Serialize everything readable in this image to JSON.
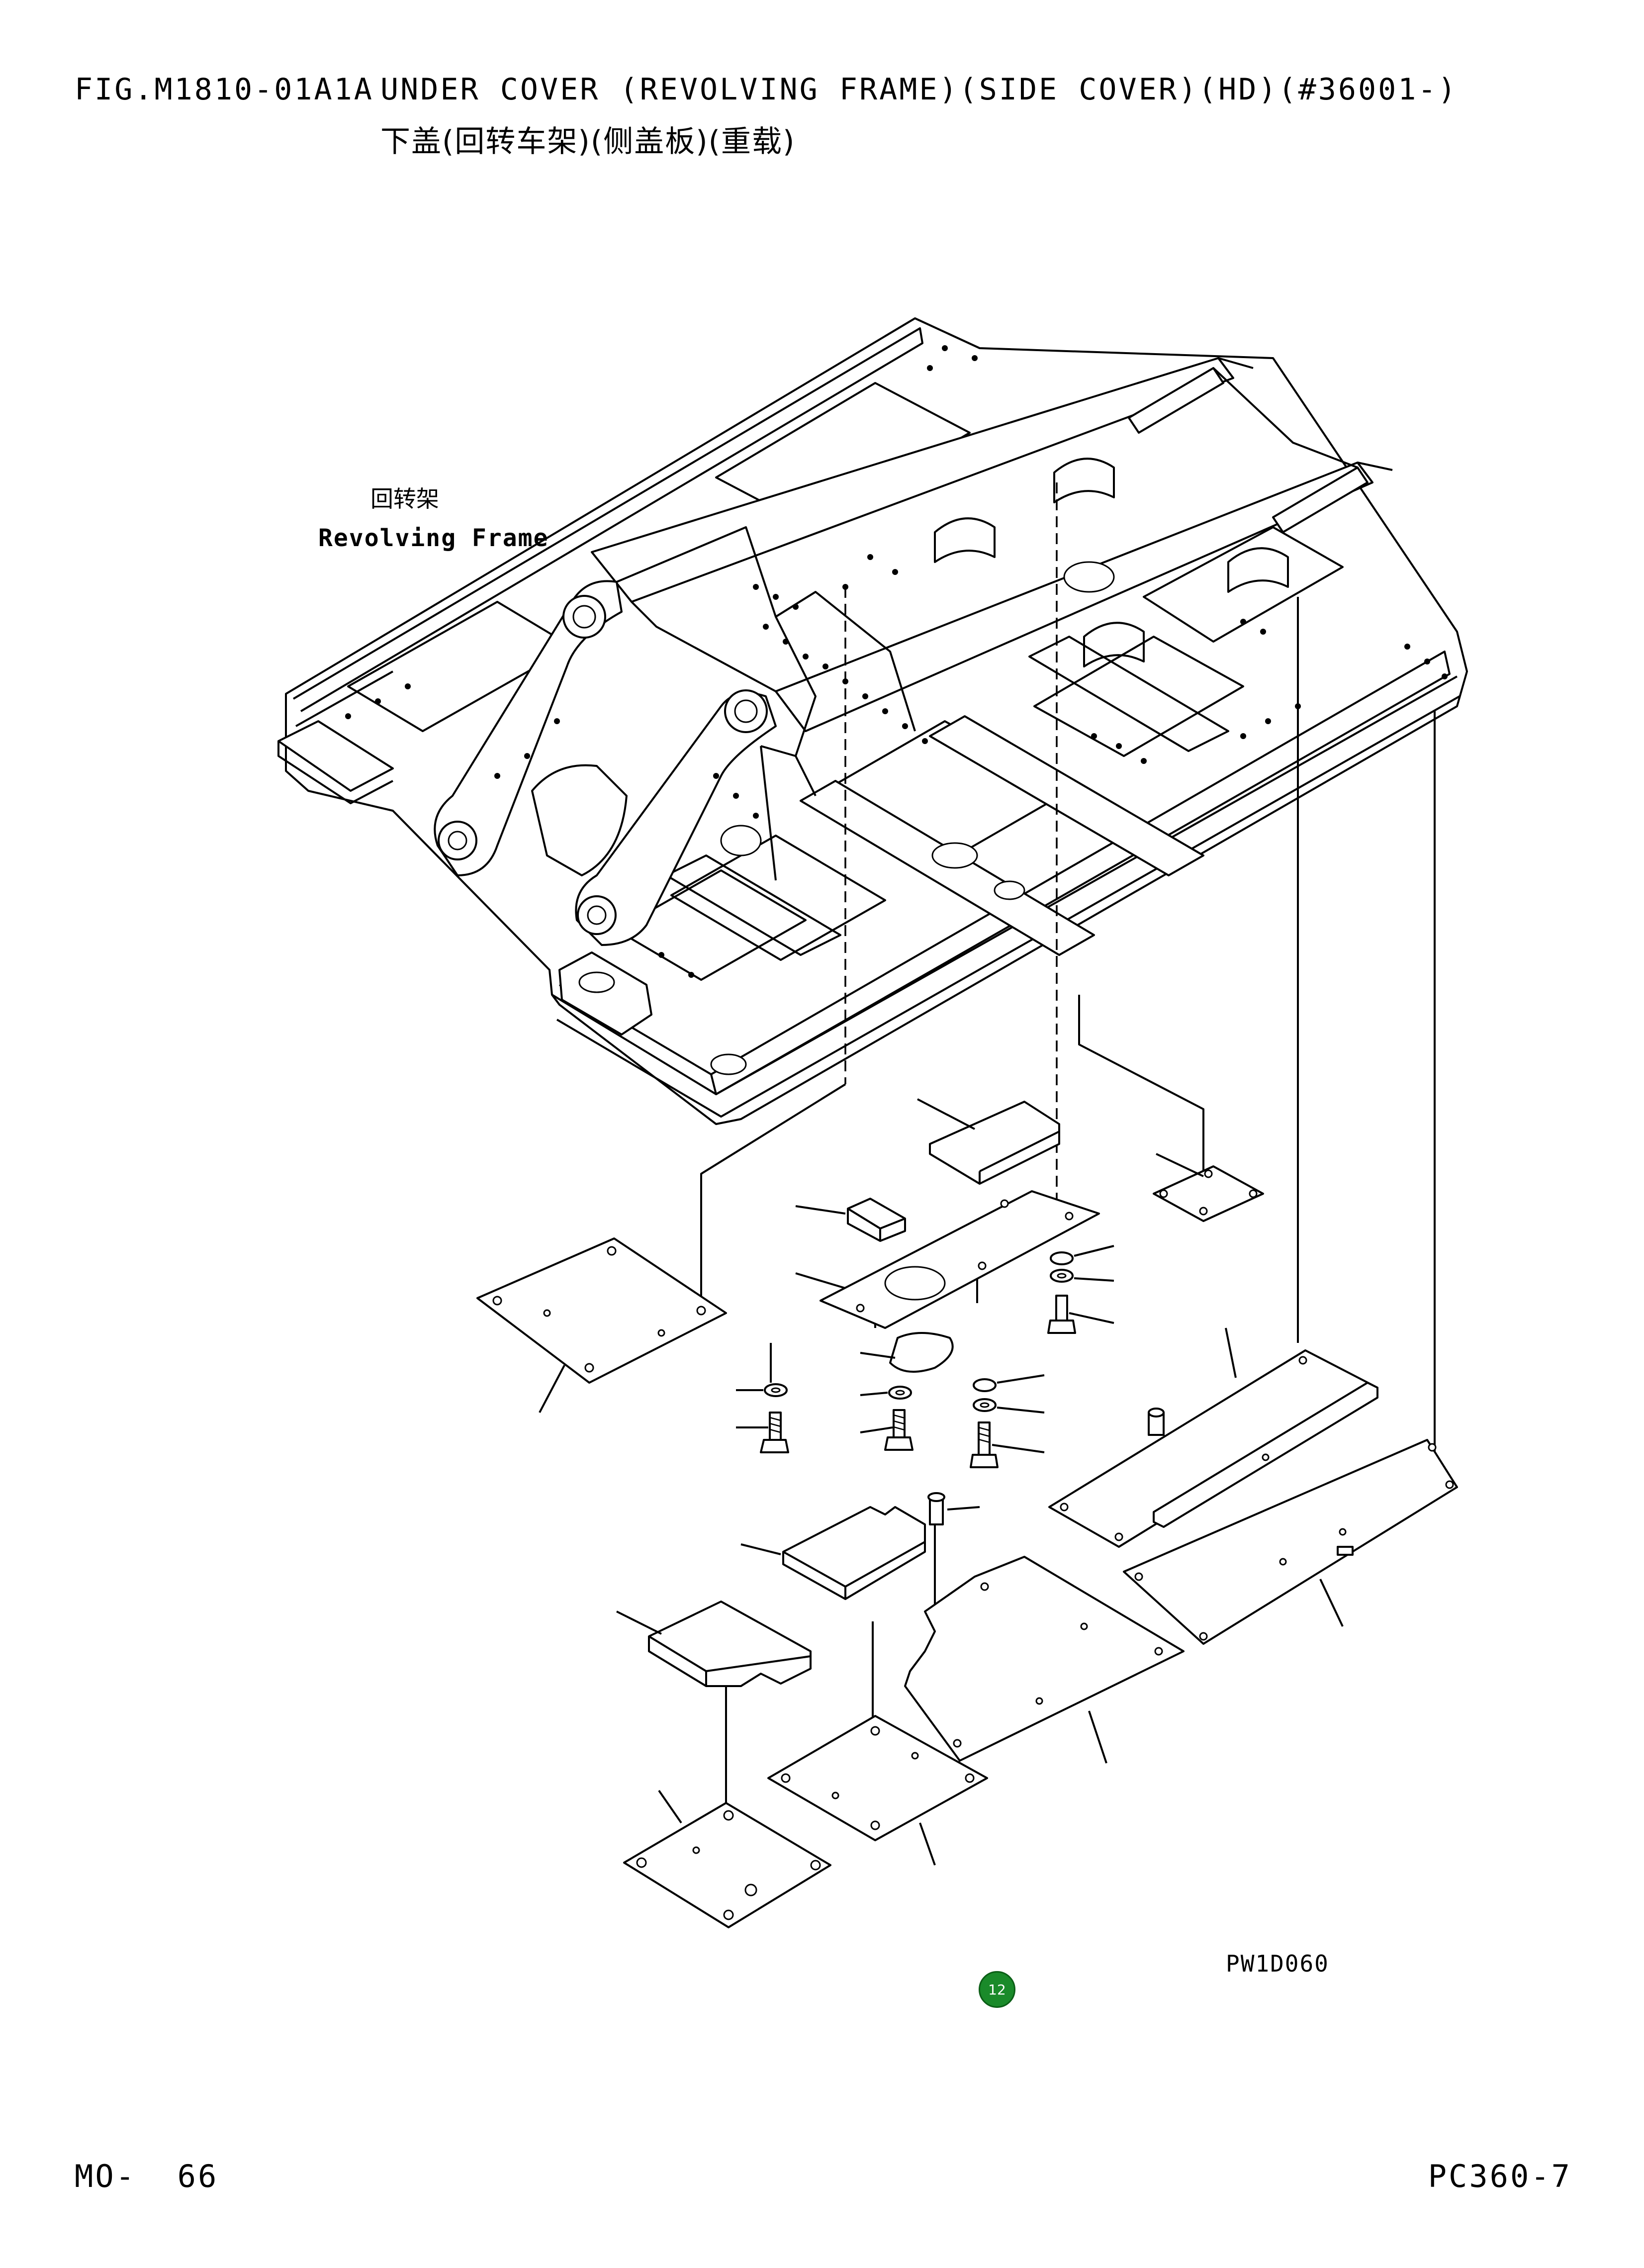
{
  "header": {
    "figure_id": "FIG.M1810-01A1A",
    "title": "UNDER COVER (REVOLVING FRAME)(SIDE COVER)(HD)(#36001-)",
    "title_cn": "下盖(回转车架)(侧盖板)(重载)"
  },
  "diagram": {
    "frame_label_cn": "回转架",
    "frame_label_en": "Revolving Frame",
    "drawing_code": "PW1D060"
  },
  "footer": {
    "page_ref": "MO-  66",
    "model": "PC360-7"
  },
  "page_badge": {
    "number": "12",
    "color": "#1a8a2a"
  }
}
